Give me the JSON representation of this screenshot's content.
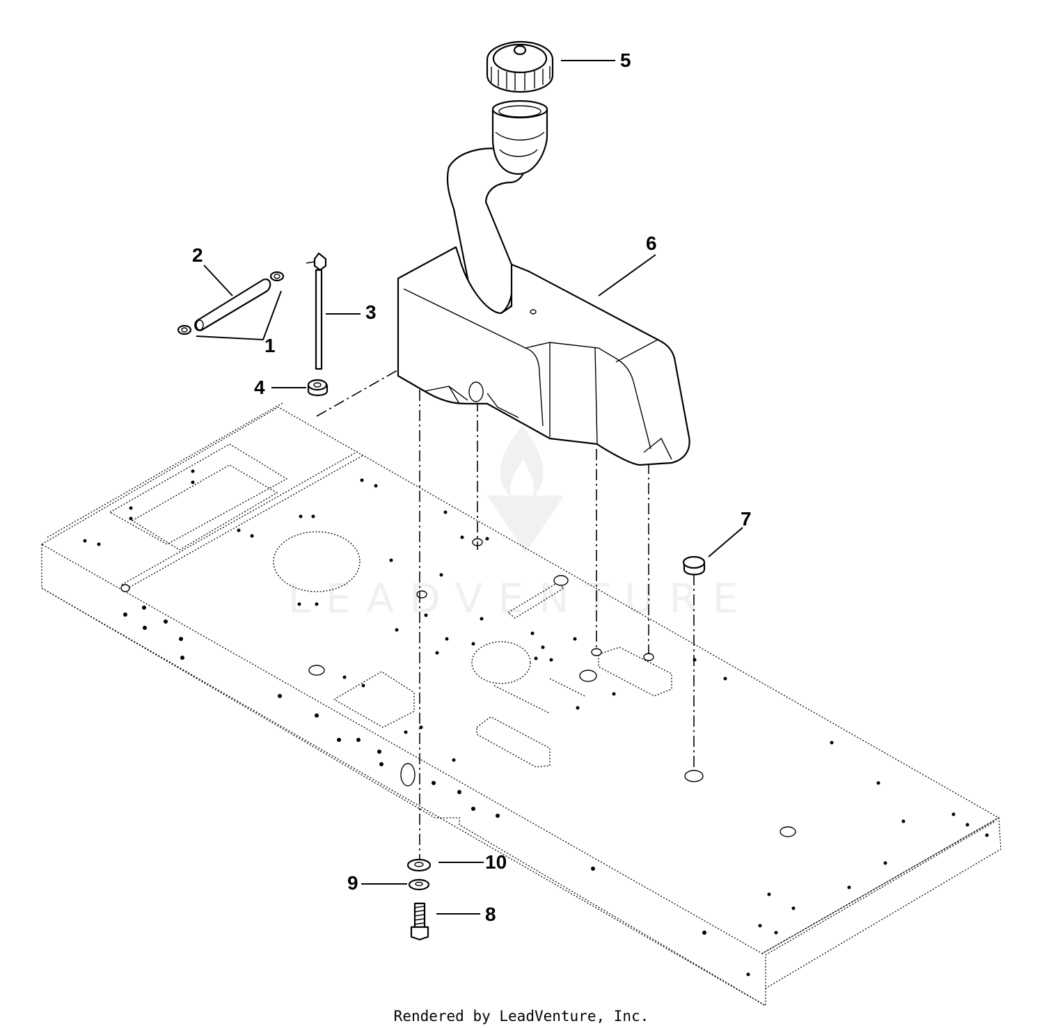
{
  "diagram": {
    "callouts": [
      {
        "id": "1",
        "label": "1"
      },
      {
        "id": "2",
        "label": "2"
      },
      {
        "id": "3",
        "label": "3"
      },
      {
        "id": "4",
        "label": "4"
      },
      {
        "id": "5",
        "label": "5"
      },
      {
        "id": "6",
        "label": "6"
      },
      {
        "id": "7",
        "label": "7"
      },
      {
        "id": "8",
        "label": "8"
      },
      {
        "id": "9",
        "label": "9"
      },
      {
        "id": "10",
        "label": "10"
      }
    ],
    "watermark": "LEADVENTURE",
    "footer": "Rendered by LeadVenture, Inc."
  }
}
